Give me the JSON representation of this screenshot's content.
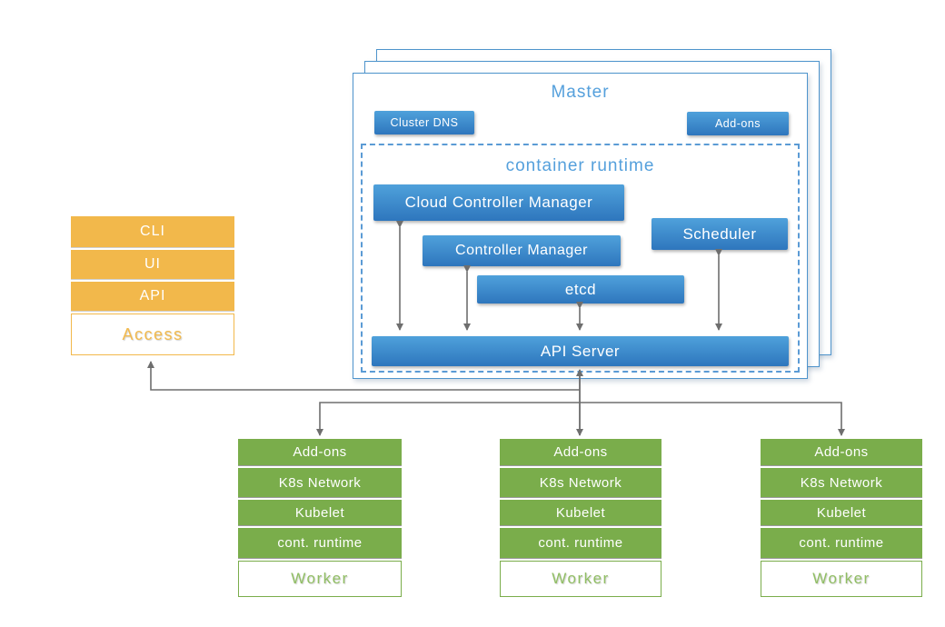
{
  "master": {
    "title": "Master",
    "cluster_dns_label": "Cluster DNS",
    "addons_label": "Add-ons",
    "container_runtime": {
      "title": "container runtime",
      "cloud_controller_manager": "Cloud Controller Manager",
      "controller_manager": "Controller Manager",
      "scheduler": "Scheduler",
      "etcd": "etcd",
      "api_server": "API Server"
    }
  },
  "access_stack": {
    "items": [
      "CLI",
      "UI",
      "API"
    ],
    "base_label": "Access"
  },
  "worker": {
    "rows": [
      "Add-ons",
      "K8s Network",
      "Kubelet",
      "cont. runtime"
    ],
    "base_label": "Worker",
    "count": 3
  },
  "colors": {
    "blue_box_top": "#4FA1DB",
    "blue_box_bottom": "#2E76BD",
    "blue_heading": "#55A0DC",
    "blue_border": "#4E94CC",
    "orange": "#F2B84B",
    "green": "#7AAD4B",
    "arrow_gray": "#6E6E6E"
  }
}
